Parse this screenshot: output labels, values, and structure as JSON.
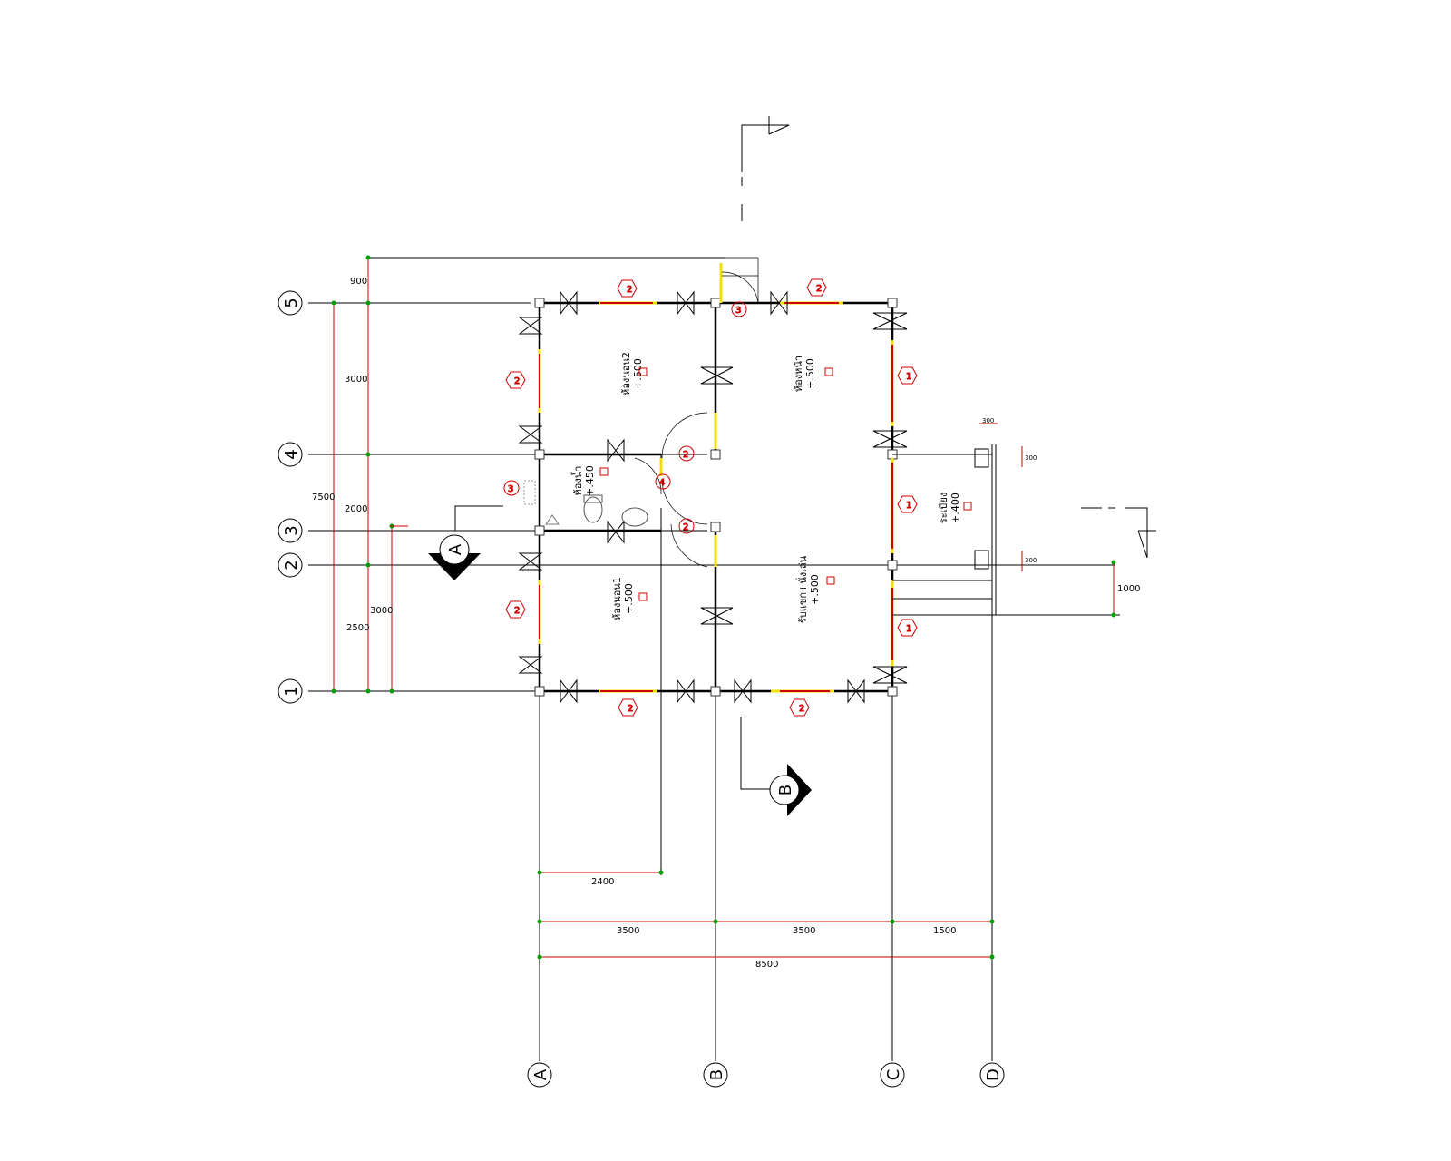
{
  "grid_rows": [
    "5",
    "4",
    "3",
    "2",
    "1"
  ],
  "grid_cols": [
    "A",
    "B",
    "C",
    "D"
  ],
  "dims_left": {
    "d900": "900",
    "d3000_top": "3000",
    "d7500": "7500",
    "d2000": "2000",
    "d3000_low": "3000",
    "d2500": "2500"
  },
  "dims_bottom": {
    "d2400": "2400",
    "d3500_a": "3500",
    "d3500_b": "3500",
    "d1500": "1500",
    "d8500": "8500"
  },
  "dims_right": {
    "d1000": "1000",
    "d300_top": "300",
    "d300_mid": "300",
    "d300_low": "300"
  },
  "rooms": {
    "bedroom2": {
      "name": "ห้องนอน2",
      "level": "+.500"
    },
    "bedroom1": {
      "name": "ห้องนอน1",
      "level": "+.500"
    },
    "bath": {
      "name": "ห้องน้ำ",
      "level": "+.450"
    },
    "front": {
      "name": "ห้องหน้า",
      "level": "+.500"
    },
    "living": {
      "name": "รับแขก+นั่งเล่น",
      "level": "+.500"
    },
    "terrace": {
      "name": "ระเบียง",
      "level": "+.400"
    }
  },
  "sections": {
    "a": "A",
    "b": "B"
  },
  "tags": {
    "w2": "2",
    "w1": "1",
    "d2": "2",
    "d3": "3",
    "d4": "4"
  }
}
